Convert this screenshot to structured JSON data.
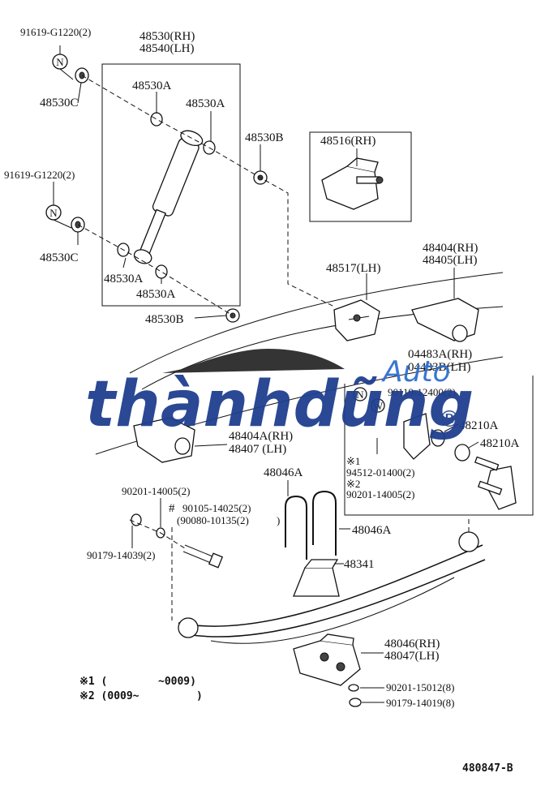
{
  "labels": {
    "l91619_top": "91619-G1220(2)",
    "l48530_rh": "48530(RH)",
    "l48540_lh": "48540(LH)",
    "l48530c_top": "48530C",
    "l48530a_1": "48530A",
    "l48530a_2": "48530A",
    "l48530b_top": "48530B",
    "l48516": "48516(RH)",
    "l91619_mid": "91619-G1220(2)",
    "l48530c_mid": "48530C",
    "l48530a_3": "48530A",
    "l48530a_4": "48530A",
    "l48530b_bot": "48530B",
    "l48517": "48517(LH)",
    "l48404": "48404(RH)",
    "l48405": "48405(LH)",
    "l04483a": "04483A(RH)",
    "l04483b": "04483B(LH)",
    "l90119": "90119-12400(2)",
    "l48210a_1": "48210A",
    "l48210a_2": "48210A",
    "l48404a": "48404A(RH)",
    "l48407": "48407 (LH)",
    "l_x1": "※1",
    "l94512": "94512-01400(2)",
    "l_x2": "※2",
    "l90201_r": "90201-14005(2)",
    "l48046a_1": "48046A",
    "l48046a_2": "48046A",
    "l90201_l": "90201-14005(2)",
    "l90105": "90105-14025(2)",
    "l90080": "(90080-10135(2)",
    "l90179_l": "90179-14039(2)",
    "l48341": "48341",
    "l48046rh": "48046(RH)",
    "l48047lh": "48047(LH)",
    "l90201_15012": "90201-15012(8)",
    "l90179_14019": "90179-14019(8)",
    "note1": "※1 (        ~0009)",
    "note2": "※2 (0009~         )",
    "diagram_id": "480847-B"
  },
  "symbols": {
    "n_marker": "N",
    "w_marker": "W",
    "hash_marker": "#",
    "paren_close": ")"
  },
  "watermark": {
    "text": "thànhdũng",
    "sub": "Auto",
    "reg": "®",
    "color_main": "#1f3f8f",
    "color_sub": "#2f6fd0"
  }
}
